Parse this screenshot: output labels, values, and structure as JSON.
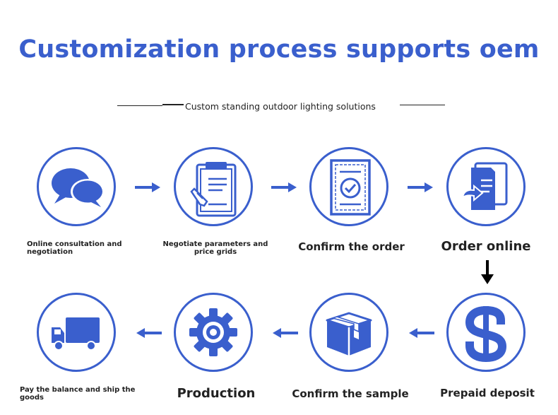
{
  "title": "Customization process supports oem",
  "subtitle": "Custom standing outdoor lighting solutions",
  "steps": [
    {
      "label": "Online consultation and negotiation",
      "icon": "chat-bubbles-icon"
    },
    {
      "label": "Negotiate parameters and price grids",
      "icon": "clipboard-pen-icon"
    },
    {
      "label": "Confirm the order",
      "icon": "document-check-icon"
    },
    {
      "label": "Order online",
      "icon": "folder-arrow-icon"
    },
    {
      "label": "Prepaid deposit",
      "icon": "dollar-icon"
    },
    {
      "label": "Confirm the sample",
      "icon": "package-box-icon"
    },
    {
      "label": "Production",
      "icon": "gear-icon"
    },
    {
      "label": "Pay the balance and ship the goods",
      "icon": "delivery-truck-icon"
    }
  ],
  "colors": {
    "accent": "#3a5fcd",
    "text": "#222222"
  }
}
